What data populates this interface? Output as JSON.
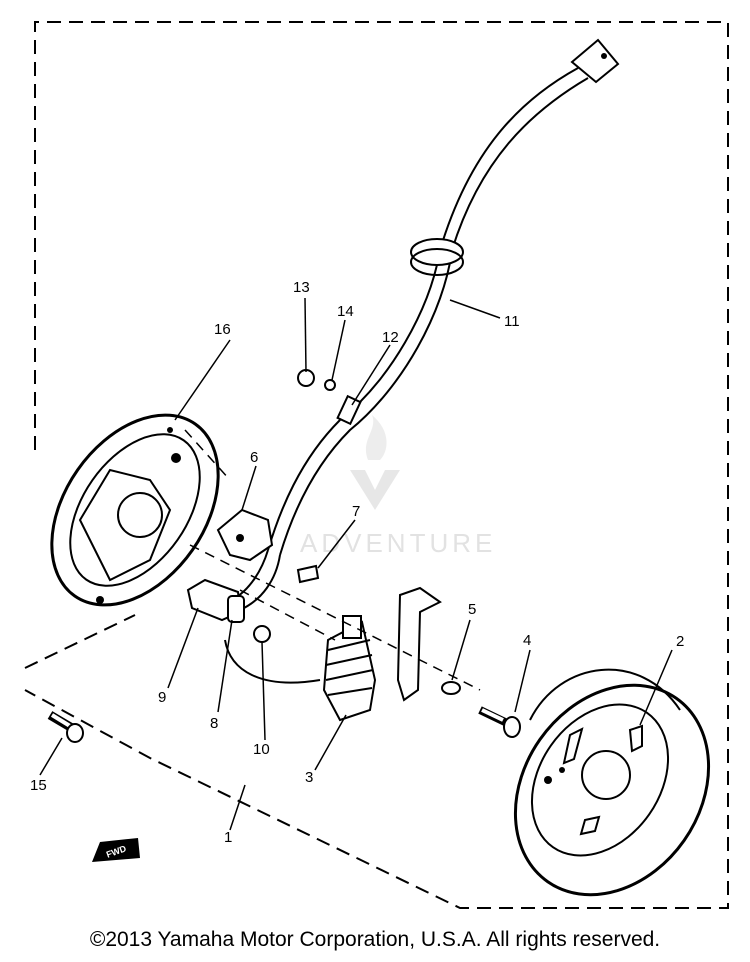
{
  "callouts": [
    {
      "id": "1",
      "label": "1"
    },
    {
      "id": "2",
      "label": "2"
    },
    {
      "id": "3",
      "label": "3"
    },
    {
      "id": "4",
      "label": "4"
    },
    {
      "id": "5",
      "label": "5"
    },
    {
      "id": "6",
      "label": "6"
    },
    {
      "id": "7",
      "label": "7"
    },
    {
      "id": "8",
      "label": "8"
    },
    {
      "id": "9",
      "label": "9"
    },
    {
      "id": "10",
      "label": "10"
    },
    {
      "id": "11",
      "label": "11"
    },
    {
      "id": "12",
      "label": "12"
    },
    {
      "id": "13",
      "label": "13"
    },
    {
      "id": "14",
      "label": "14"
    },
    {
      "id": "15",
      "label": "15"
    },
    {
      "id": "16",
      "label": "16"
    }
  ],
  "watermark": {
    "text": "ADVENTURE"
  },
  "fwd_label": "FWD",
  "copyright": "©2013 Yamaha Motor Corporation, U.S.A. All rights reserved."
}
